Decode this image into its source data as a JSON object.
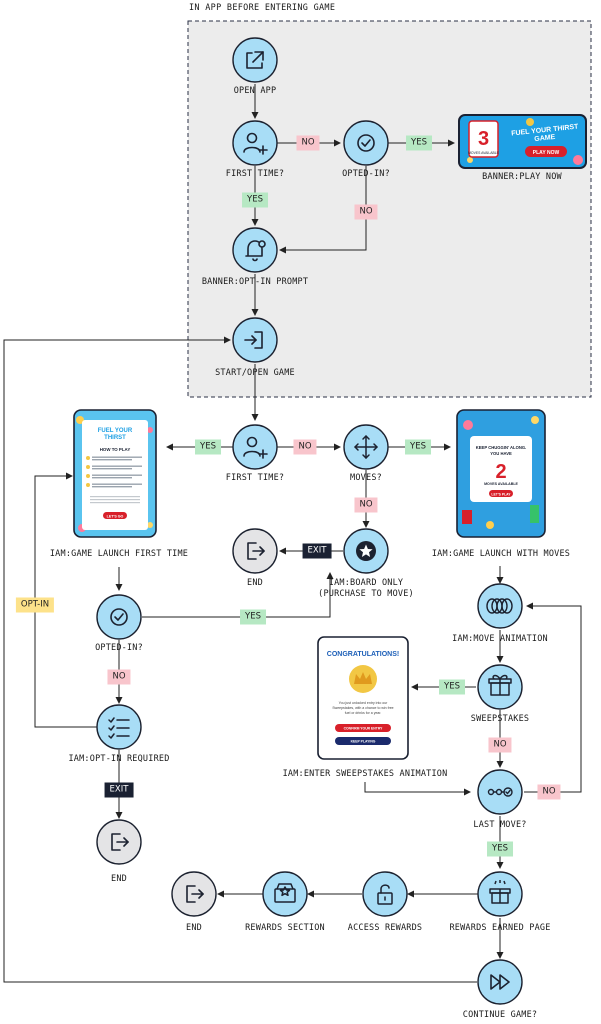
{
  "header": {
    "title": "IN APP BEFORE ENTERING GAME"
  },
  "nodes": {
    "open_app": "OPEN APP",
    "first_time_1": "FIRST TIME?",
    "opted_in_1": "OPTED-IN?",
    "banner_play_now": "BANNER:PLAY NOW",
    "banner_opt_in_prompt": "BANNER:OPT-IN PROMPT",
    "start_open_game": "START/OPEN GAME",
    "first_time_2": "FIRST TIME?",
    "moves": "MOVES?",
    "iam_launch_first": "IAM:GAME LAUNCH FIRST TIME",
    "iam_launch_moves": "IAM:GAME LAUNCH WITH MOVES",
    "end_1": "END",
    "iam_board_only_1": "IAM:BOARD ONLY",
    "iam_board_only_2": "(PURCHASE TO MOVE)",
    "opted_in_2": "OPTED-IN?",
    "iam_move_animation": "IAM:MOVE ANIMATION",
    "sweepstakes": "SWEEPSTAKES",
    "iam_opt_in_required": "IAM:OPT-IN REQUIRED",
    "iam_sweeps_animation": "IAM:ENTER SWEEPSTAKES ANIMATION",
    "last_move": "LAST MOVE?",
    "end_2": "END",
    "end_3": "END",
    "rewards_section": "REWARDS SECTION",
    "access_rewards": "ACCESS REWARDS",
    "rewards_earned_page": "REWARDS EARNED PAGE",
    "continue_game": "CONTINUE GAME?"
  },
  "badges": {
    "no": "NO",
    "yes": "YES",
    "exit": "EXIT",
    "opt_in": "OPT-IN"
  },
  "banner": {
    "moves_number": "3",
    "moves_caption": "MOVES AVAILABLE",
    "headline_1": "FUEL YOUR THIRST",
    "headline_2": "GAME",
    "button": "PLAY NOW"
  },
  "phone_first": {
    "logo_1": "FUEL YOUR",
    "logo_2": "THIRST",
    "how_to_play": "HOW TO PLAY",
    "button": "LET'S GO"
  },
  "phone_moves": {
    "headline_1": "KEEP CHUGGIN' ALONG.",
    "headline_2": "YOU HAVE",
    "moves_number": "2",
    "moves_caption": "MOVES AVAILABLE",
    "button": "LET'S PLAY"
  },
  "congrats": {
    "title": "CONGRATULATIONS!",
    "body_1": "You just unlocked entry into our",
    "body_2": "Sweepstakes, with a chance to win free",
    "body_3": "fuel or drinks for a year.",
    "button_primary": "CONFIRM YOUR ENTRY",
    "button_secondary": "KEEP PLAYING"
  },
  "colors": {
    "node_fill": "#a8ddf6",
    "node_stroke": "#1c2230",
    "node_grey": "#e4e4e6",
    "group_bg": "#ececec",
    "yes_bg": "#b6e8c3",
    "no_bg": "#f8c5cc",
    "exit_bg": "#1a2132",
    "optin_bg": "#fde28a",
    "brand_red": "#d8202a",
    "brand_blue": "#1ea0e4"
  }
}
